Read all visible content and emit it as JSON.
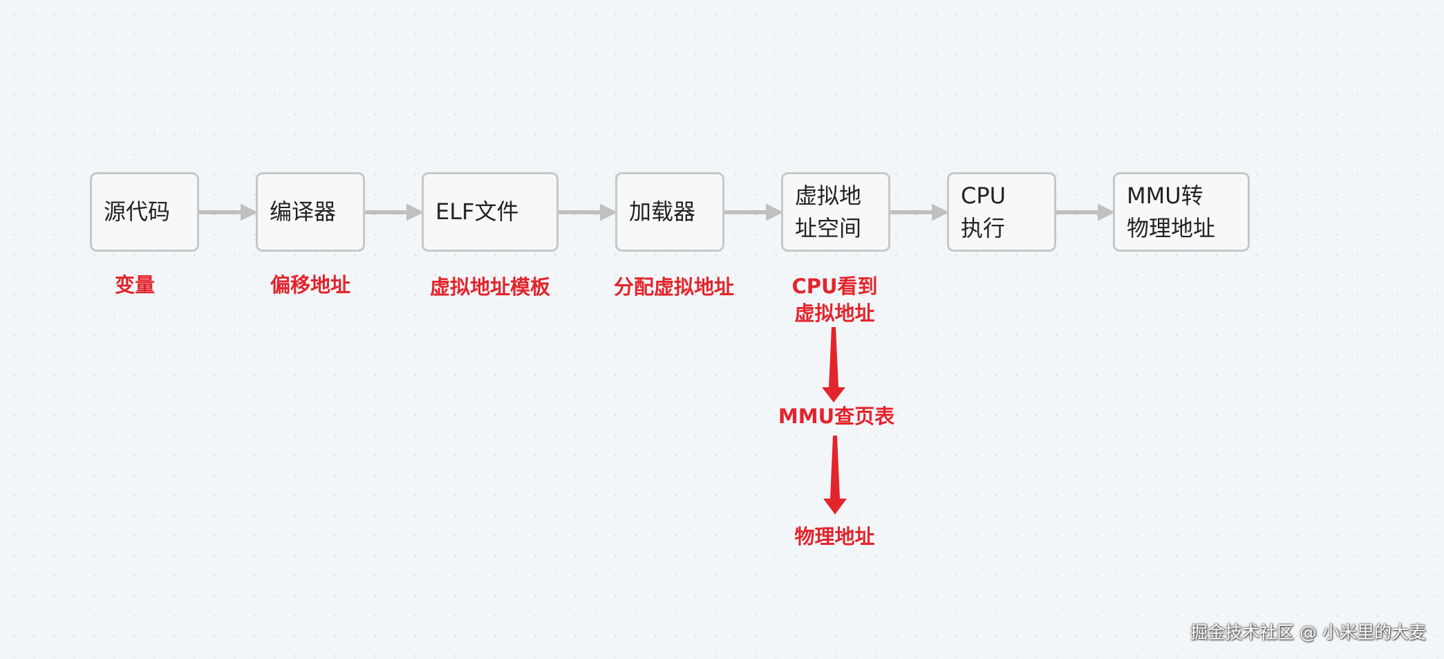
{
  "flow": {
    "steps": [
      {
        "label": "源代码"
      },
      {
        "label": "编译器"
      },
      {
        "label": "ELF文件"
      },
      {
        "label": "加载器"
      },
      {
        "label": "虚拟地\n址空间"
      },
      {
        "label": "CPU\n执行"
      },
      {
        "label": "MMU转\n物理地址"
      }
    ],
    "notes": [
      {
        "text": "变量"
      },
      {
        "text": "偏移地址"
      },
      {
        "text": "虚拟地址模板"
      },
      {
        "text": "分配虚拟地址"
      },
      {
        "text": "CPU看到\n虚拟地址"
      }
    ],
    "sub_steps": [
      {
        "text": "MMU查页表"
      },
      {
        "text": "物理地址"
      }
    ]
  },
  "watermark": "掘金技术社区 @ 小米里的大麦",
  "colors": {
    "box_border": "#c7c7c7",
    "flow_arrow": "#c0c0c0",
    "annotation": "#e3242b"
  }
}
